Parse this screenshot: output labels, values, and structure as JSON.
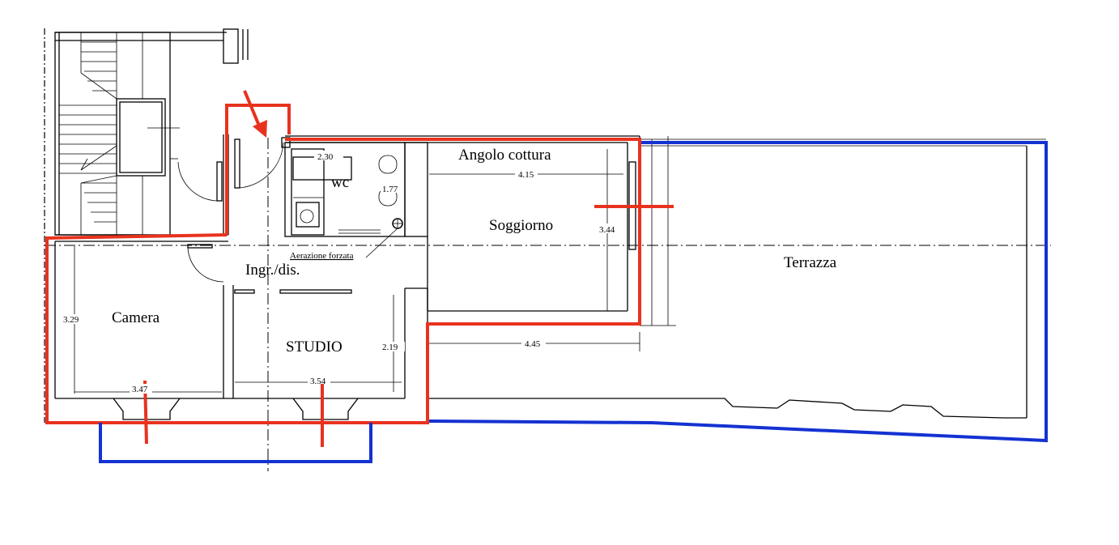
{
  "rooms": {
    "angolo_cottura": "Angolo cottura",
    "wc": "wc",
    "soggiorno": "Soggiorno",
    "terrazza": "Terrazza",
    "ingresso": "Ingr./dis.",
    "camera": "Camera",
    "studio": "STUDIO"
  },
  "notes": {
    "aerazione": "Aerazione forzata"
  },
  "dimensions": {
    "wc_width": "2.30",
    "wc_depth": "1.77",
    "kitchen_width": "4.15",
    "soggiorno_depth": "3.44",
    "soggiorno_width": "4.45",
    "camera_depth": "3.29",
    "camera_width": "3.47",
    "studio_width": "3.54",
    "studio_depth": "2.19"
  },
  "colors": {
    "highlight_red": "#e8321e",
    "highlight_blue": "#1432d2",
    "line": "#000000"
  }
}
